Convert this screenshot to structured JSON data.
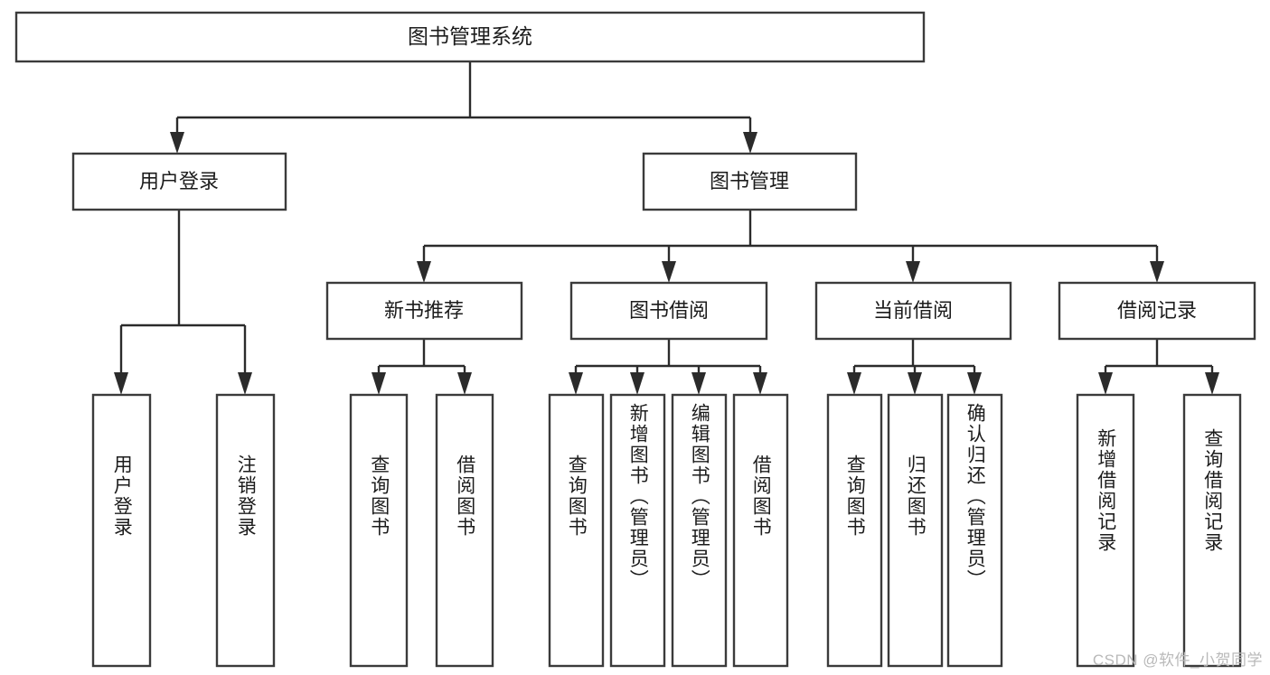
{
  "diagram": {
    "title": "图书管理系统",
    "type": "tree-hierarchy",
    "watermark": "CSDN @软件_小贺同学",
    "colors": {
      "box_stroke": "#3b3b3b",
      "connector": "#2b2b2b",
      "background": "#ffffff",
      "text": "#1c1c1c",
      "watermark": "#b9b9b9"
    },
    "root": {
      "id": "root",
      "label": "图书管理系统",
      "orientation": "horizontal"
    },
    "level2": [
      {
        "id": "user-login",
        "label": "用户登录",
        "orientation": "horizontal"
      },
      {
        "id": "book-manage",
        "label": "图书管理",
        "orientation": "horizontal"
      }
    ],
    "level3": [
      {
        "id": "new-book-rec",
        "label": "新书推荐",
        "orientation": "horizontal",
        "parent": "book-manage"
      },
      {
        "id": "book-borrow",
        "label": "图书借阅",
        "orientation": "horizontal",
        "parent": "book-manage"
      },
      {
        "id": "current-borrow",
        "label": "当前借阅",
        "orientation": "horizontal",
        "parent": "book-manage"
      },
      {
        "id": "borrow-record",
        "label": "借阅记录",
        "orientation": "horizontal",
        "parent": "book-manage"
      }
    ],
    "leaves": [
      {
        "id": "leaf-user-login",
        "label": "用户登录",
        "parent": "user-login",
        "orientation": "vertical"
      },
      {
        "id": "leaf-logout-login",
        "label": "注销登录",
        "parent": "user-login",
        "orientation": "vertical"
      },
      {
        "id": "leaf-query-book-1",
        "label": "查询图书",
        "parent": "new-book-rec",
        "orientation": "vertical"
      },
      {
        "id": "leaf-borrow-book-1",
        "label": "借阅图书",
        "parent": "new-book-rec",
        "orientation": "vertical"
      },
      {
        "id": "leaf-query-book-2",
        "label": "查询图书",
        "parent": "book-borrow",
        "orientation": "vertical"
      },
      {
        "id": "leaf-add-book",
        "label": "新增图书（管理员）",
        "parent": "book-borrow",
        "orientation": "vertical"
      },
      {
        "id": "leaf-edit-book",
        "label": "编辑图书（管理员）",
        "parent": "book-borrow",
        "orientation": "vertical"
      },
      {
        "id": "leaf-borrow-book-2",
        "label": "借阅图书",
        "parent": "book-borrow",
        "orientation": "vertical"
      },
      {
        "id": "leaf-query-book-3",
        "label": "查询图书",
        "parent": "current-borrow",
        "orientation": "vertical"
      },
      {
        "id": "leaf-return-book",
        "label": "归还图书",
        "parent": "current-borrow",
        "orientation": "vertical"
      },
      {
        "id": "leaf-confirm-return",
        "label": "确认归还（管理员）",
        "parent": "current-borrow",
        "orientation": "vertical"
      },
      {
        "id": "leaf-add-record",
        "label": "新增借阅记录",
        "parent": "borrow-record",
        "orientation": "vertical"
      },
      {
        "id": "leaf-query-record",
        "label": "查询借阅记录",
        "parent": "borrow-record",
        "orientation": "vertical"
      }
    ]
  }
}
